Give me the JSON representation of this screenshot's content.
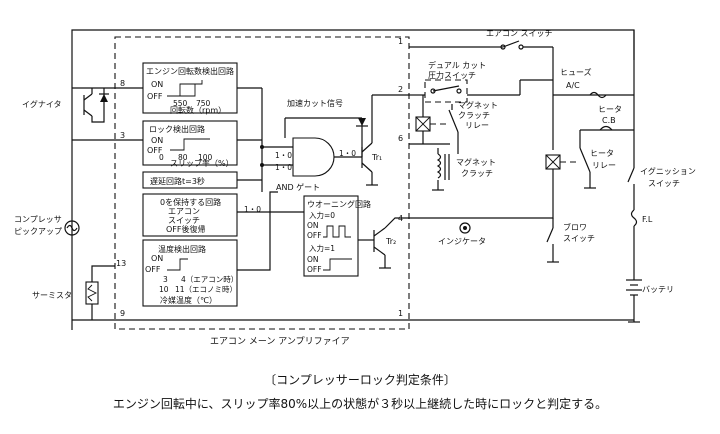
{
  "blocks": {
    "rpm": {
      "title": "エンジン回転数検出回路",
      "on": "ON",
      "off": "OFF",
      "v1": "550",
      "v2": "750",
      "unit": "回転数（rpm）"
    },
    "lock": {
      "title": "ロック検出回路",
      "on": "ON",
      "off": "OFF",
      "v1": "0",
      "v2": "80",
      "v3": "100",
      "unit": "スリップ率（%）"
    },
    "delay": {
      "title": "遅延回路t=3秒"
    },
    "hold": {
      "line1": "0を保持する回路",
      "line2": "エアコン",
      "line3": "スイッチ",
      "line4": "OFF後復帰"
    },
    "temp": {
      "title": "温度検出回路",
      "on": "ON",
      "off": "OFF",
      "r1a": "3",
      "r1b": "4（エアコン時）",
      "r2a": "10",
      "r2b": "11（エコノミ時）",
      "unit": "冷媒温度（℃）"
    },
    "warn": {
      "title": "ウオーニング回路",
      "in0": "入力=0",
      "in1": "入力=1",
      "on": "ON",
      "off": "OFF"
    },
    "gate": {
      "label": "AND ゲート",
      "in1": "1・0",
      "in2": "1・0",
      "out": "1・0",
      "hold_out": "1・0"
    }
  },
  "labels": {
    "accel_cut": "加速カット信号",
    "igniter": "イグナイタ",
    "pickup1": "コンプレッサ",
    "pickup2": "ピックアップ",
    "thermistor": "サーミスタ",
    "amp": "エアコン メーン アンプリファイア",
    "dual_cut1": "デュアル カット",
    "dual_cut2": "圧力スイッチ",
    "mag_relay1": "マグネット",
    "mag_relay2": "クラッチ",
    "mag_relay3": "リレー",
    "mag_clutch1": "マグネット",
    "mag_clutch2": "クラッチ",
    "ac_switch": "エアコン スイッチ",
    "fuse1": "ヒューズ",
    "fuse2": "A/C",
    "heater_cb1": "ヒータ",
    "heater_cb2": "C.B",
    "heater_relay1": "ヒータ",
    "heater_relay2": "リレー",
    "blower1": "ブロワ",
    "blower2": "スイッチ",
    "ign1": "イグニッション",
    "ign2": "スイッチ",
    "fl": "F.L",
    "battery": "バッテリ",
    "indicator": "インジケータ",
    "tr1": "Tr₁",
    "tr2": "Tr₂"
  },
  "pins": {
    "p8": "8",
    "p3": "3",
    "p13": "13",
    "p9": "9",
    "p1a": "1",
    "p2": "2",
    "p6": "6",
    "p4": "4",
    "p1b": "1"
  },
  "caption": {
    "title": "〔コンプレッサーロック判定条件〕",
    "body": "エンジン回転中に、スリップ率80%以上の状態が３秒以上継続した時にロックと判定する。"
  }
}
